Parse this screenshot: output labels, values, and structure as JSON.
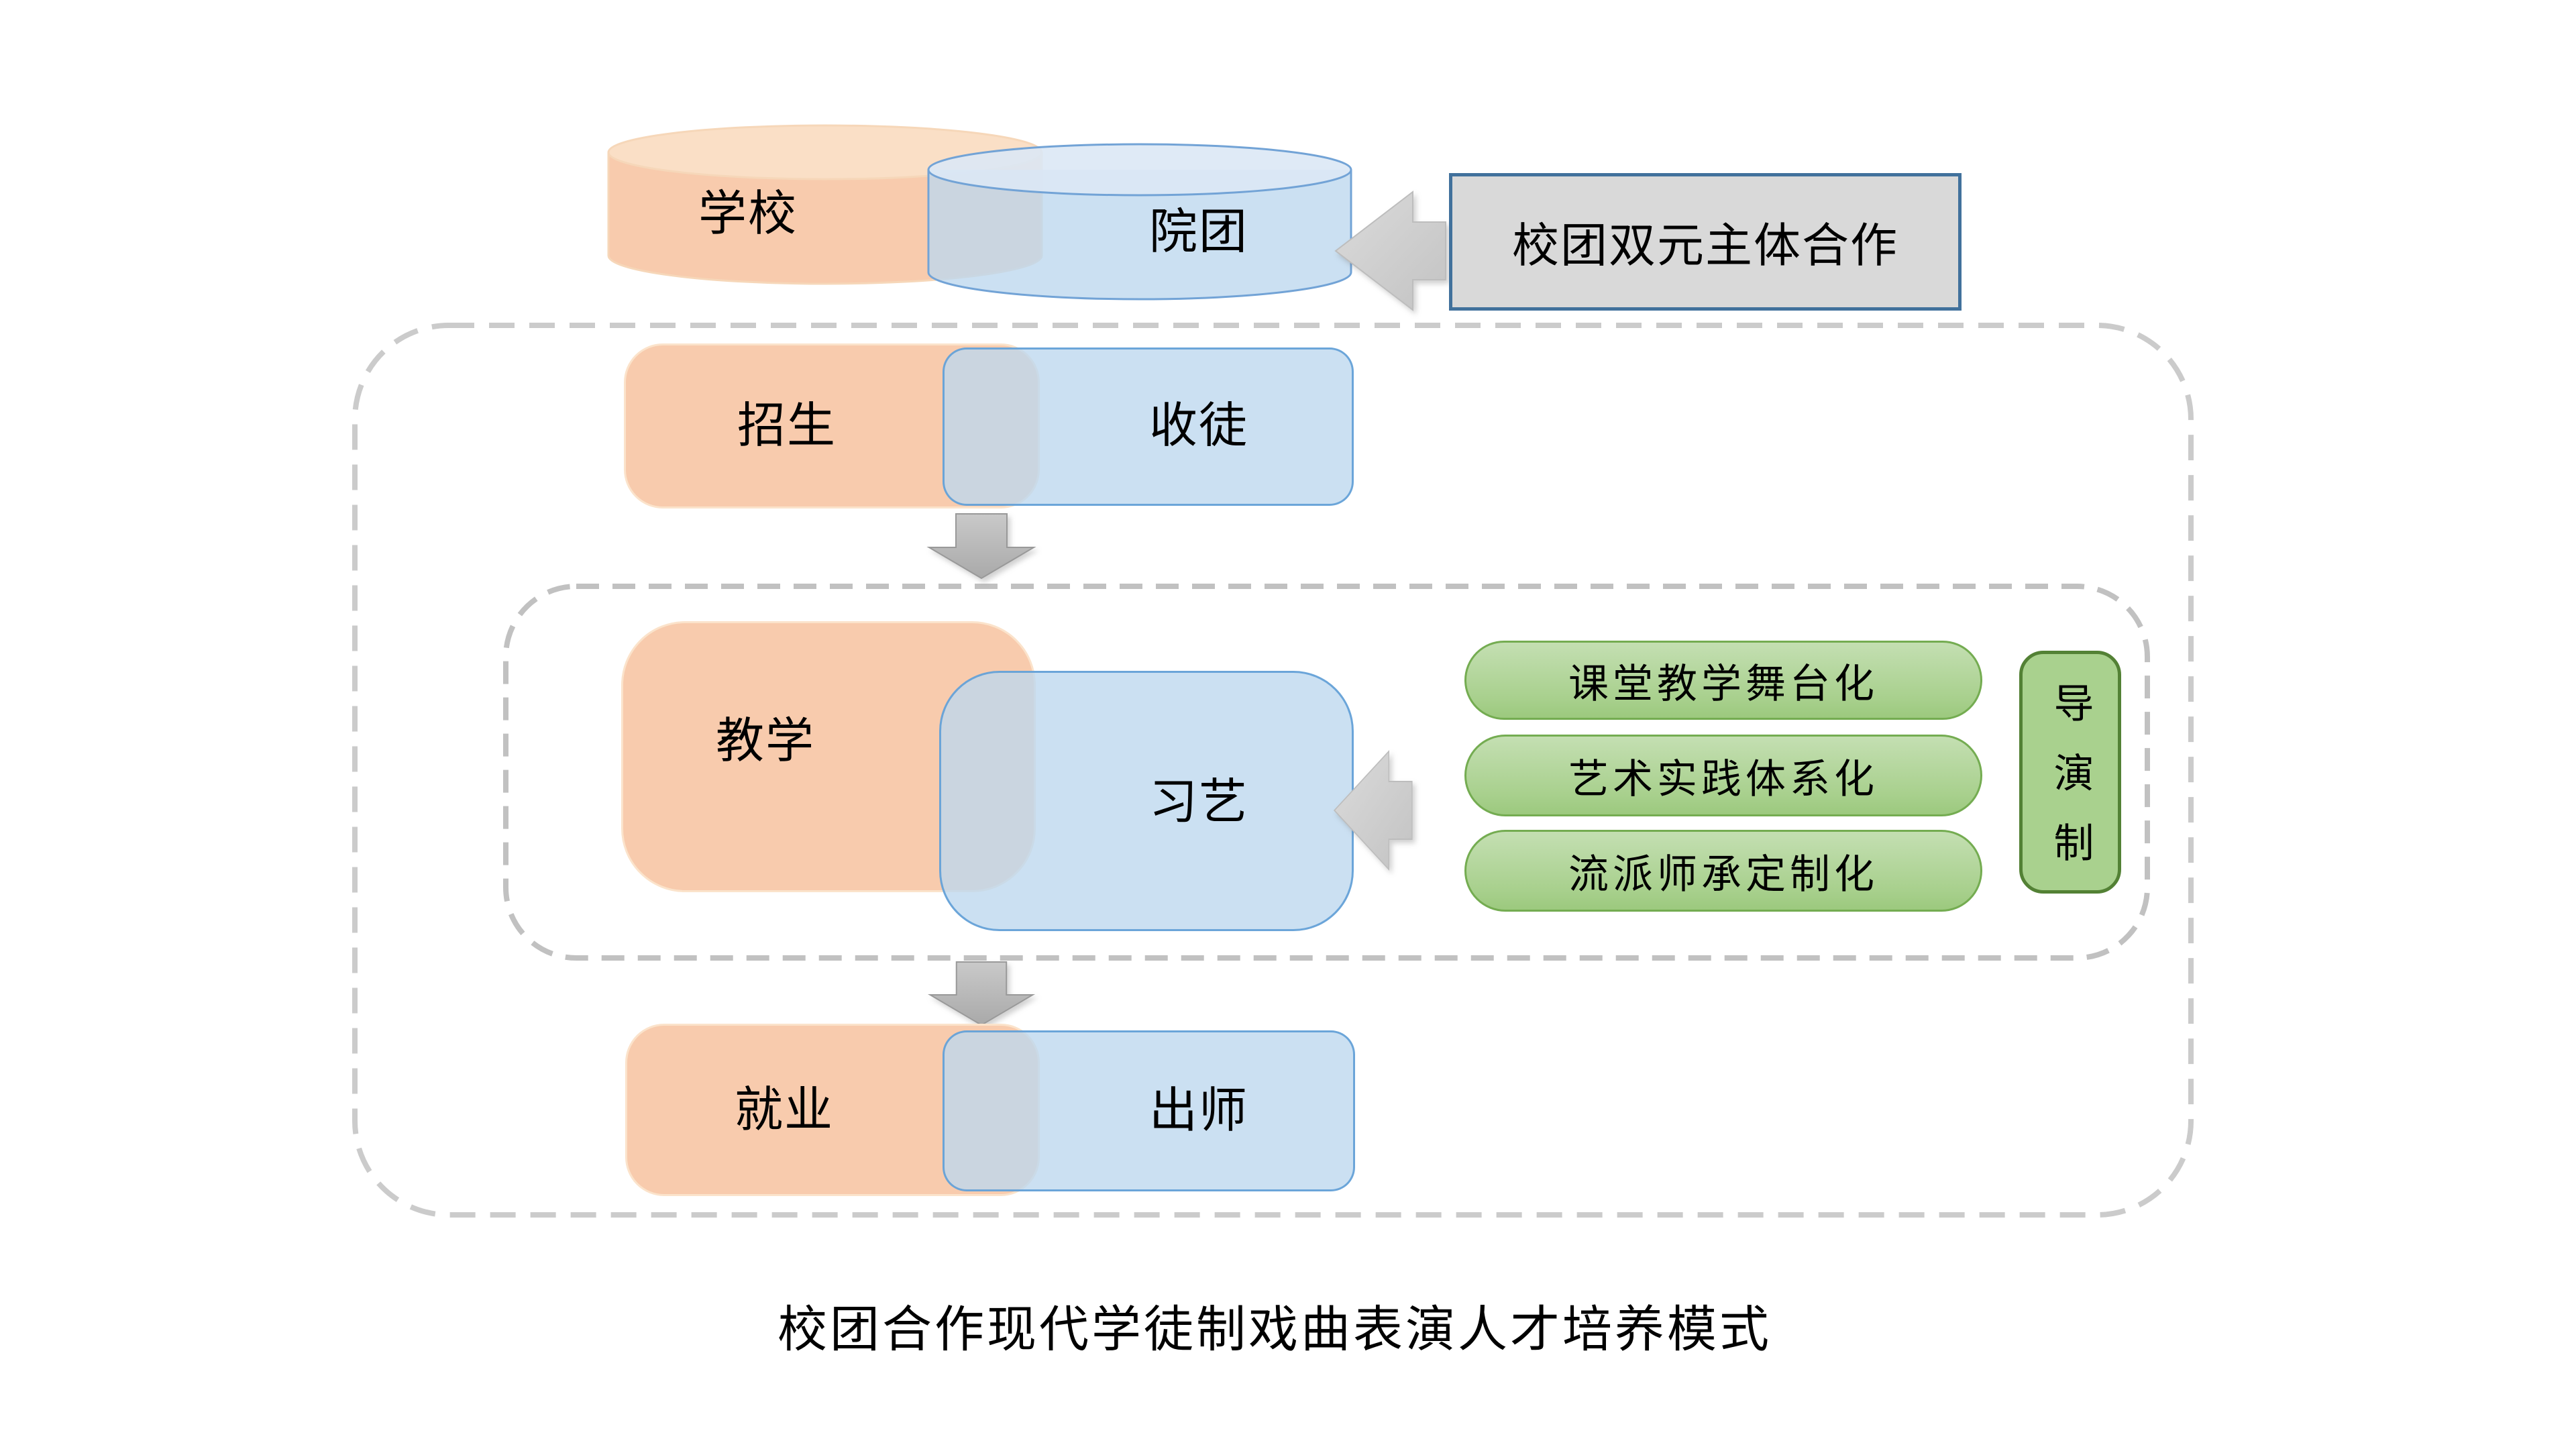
{
  "diagram": {
    "caption": "校团合作现代学徒制戏曲表演人才培养模式",
    "entities": {
      "school": "学校",
      "troupe": "院团",
      "cooperation": "校团双元主体合作"
    },
    "stages": {
      "enroll_school": "招生",
      "enroll_troupe": "收徒",
      "teach_school": "教学",
      "teach_troupe": "习艺",
      "employ_school": "就业",
      "employ_troupe": "出师"
    },
    "teaching_features": [
      "课堂教学舞台化",
      "艺术实践体系化",
      "流派师承定制化"
    ],
    "director_system": "导演制",
    "colors": {
      "school_fill": "#F8CBAD",
      "troupe_fill": "#BDD7EE",
      "troupe_border": "#5B9BD5",
      "feature_fill": "#A9D18E",
      "feature_border": "#70AD47",
      "director_border": "#538135",
      "cooperation_fill": "#D9D9D9",
      "cooperation_border": "#41719C",
      "arrow_fill": "#CFCFCF",
      "dash_color": "#C6C6C6"
    }
  }
}
